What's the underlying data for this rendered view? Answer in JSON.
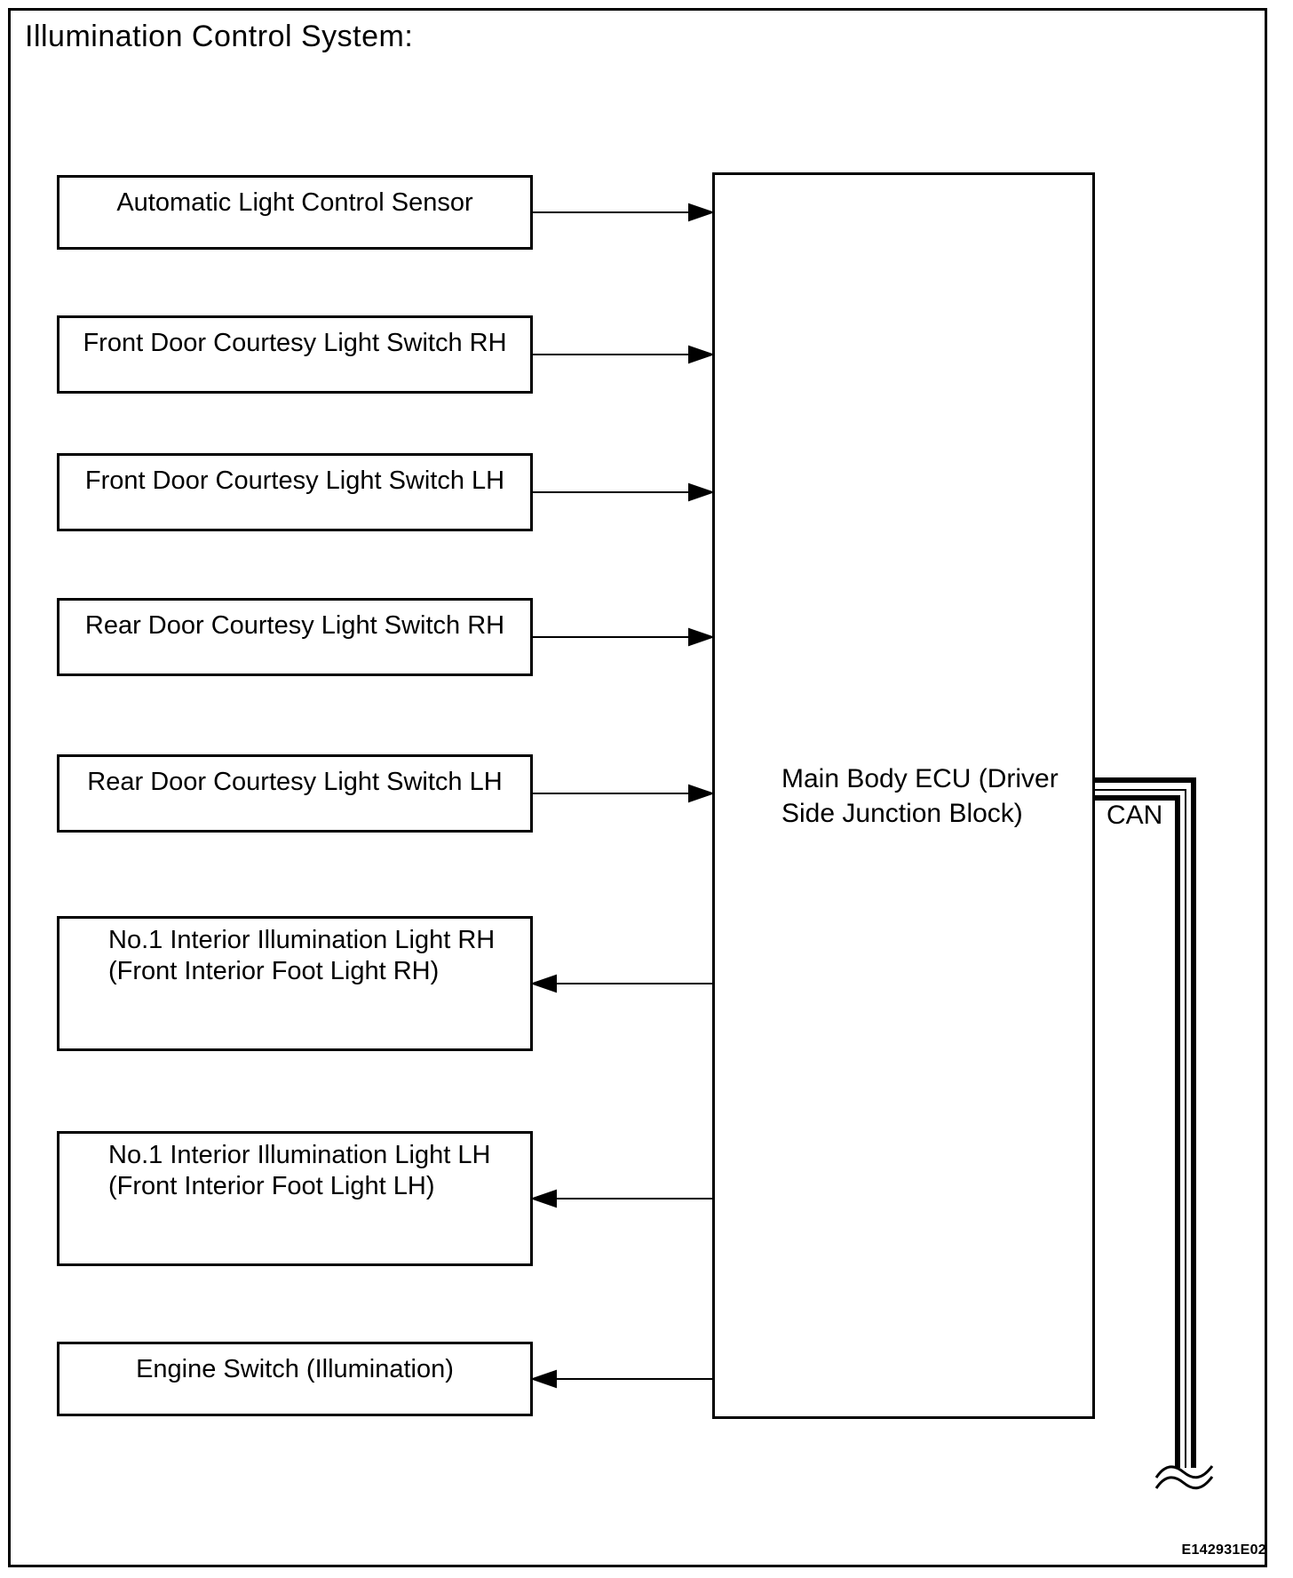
{
  "title": "Illumination Control System:",
  "figure_code": "E142931E02",
  "diagram": {
    "ecu": {
      "label": "Main Body ECU (Driver\nSide Junction Block)"
    },
    "bus_label": "CAN",
    "inputs": [
      {
        "label": "Automatic Light Control Sensor"
      },
      {
        "label": "Front Door Courtesy Light Switch RH"
      },
      {
        "label": "Front Door Courtesy Light Switch LH"
      },
      {
        "label": "Rear Door Courtesy Light Switch RH"
      },
      {
        "label": "Rear Door Courtesy Light Switch LH"
      }
    ],
    "outputs": [
      {
        "label": "No.1 Interior Illumination Light RH\n(Front Interior Foot Light RH)"
      },
      {
        "label": "No.1 Interior Illumination Light LH\n(Front Interior Foot Light LH)"
      },
      {
        "label": "Engine Switch (Illumination)"
      }
    ],
    "colors": {
      "line": "#000000",
      "background": "#ffffff"
    }
  }
}
